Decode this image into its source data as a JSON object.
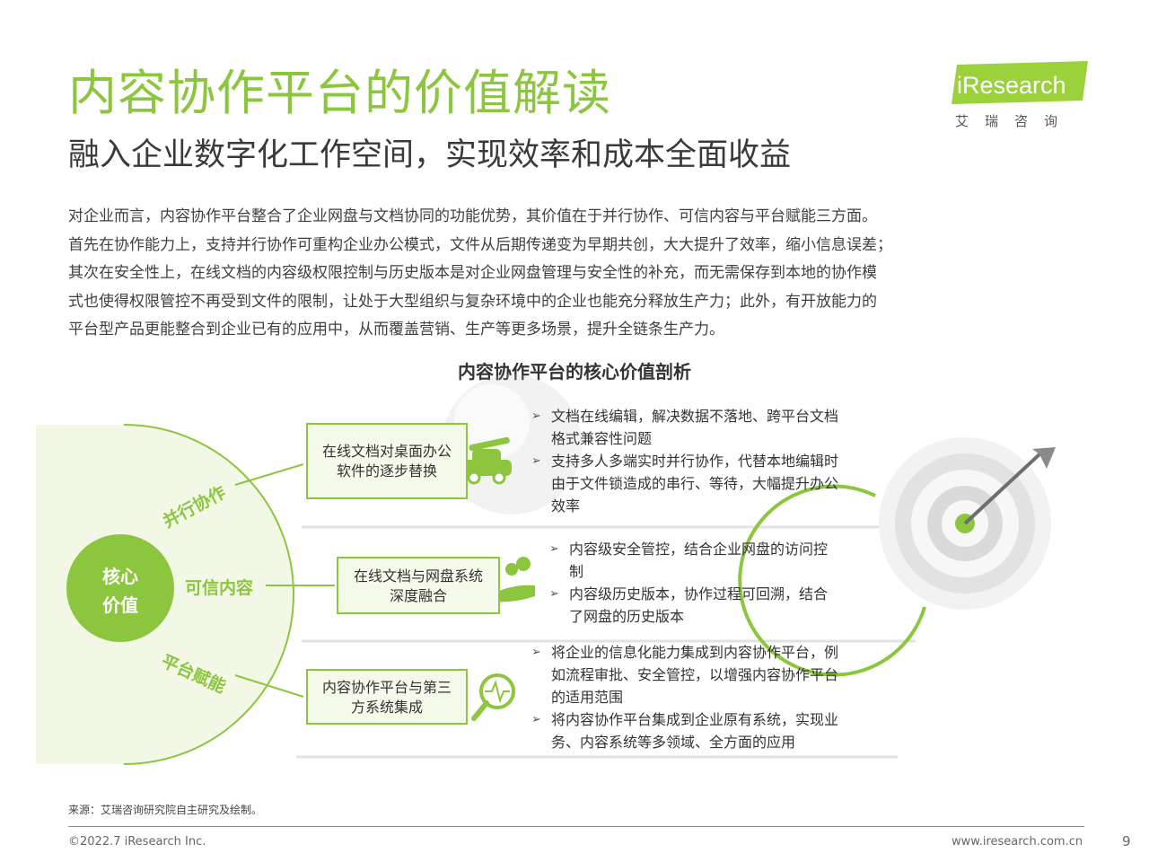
{
  "header": {
    "title": "内容协作平台的价值解读",
    "subtitle": "融入企业数字化工作空间，实现效率和成本全面收益",
    "logo_text": "iResearch",
    "logo_cn": "艾瑞咨询"
  },
  "intro": {
    "lines": [
      "对企业而言，内容协作平台整合了企业网盘与文档协同的功能优势，其价值在于并行协作、可信内容与平台赋能三方面。",
      "首先在协作能力上，支持并行协作可重构企业办公模式，文件从后期传递变为早期共创，大大提升了效率，缩小信息误差；",
      "其次在安全性上，在线文档的内容级权限控制与历史版本是对企业网盘管理与安全性的补充，而无需保存到本地的协作模",
      "式也使得权限管控不再受到文件的限制，让处于大型组织与复杂环境中的企业也能充分释放生产力；此外，有开放能力的",
      "平台型产品更能整合到企业已有的应用中，从而覆盖营销、生产等更多场景，提升全链条生产力。"
    ]
  },
  "diagram": {
    "title": "内容协作平台的核心价值剖析",
    "core_line1": "核心",
    "core_line2": "价值",
    "rows": [
      {
        "arc_label": "并行协作",
        "box_line1": "在线文档对桌面办公",
        "box_line2": "软件的逐步替换",
        "bullets": [
          [
            "文档在线编辑，解决数据不落地、跨平台文档",
            "格式兼容性问题"
          ],
          [
            "支持多人多端实时并行协作，代替本地编辑时",
            "由于文件锁造成的串行、等待，大幅提升办公",
            "效率"
          ]
        ]
      },
      {
        "arc_label": "可信内容",
        "box_line1": "在线文档与网盘系统",
        "box_line2": "深度融合",
        "bullets": [
          [
            "内容级安全管控，结合企业网盘的访问控",
            "制"
          ],
          [
            "内容级历史版本，协作过程可回溯，结合",
            "了网盘的历史版本"
          ]
        ]
      },
      {
        "arc_label": "平台赋能",
        "box_line1": "内容协作平台与第三",
        "box_line2": "方系统集成",
        "bullets": [
          [
            "将企业的信息化能力集成到内容协作平台，例",
            "如流程审批、安全管控，以增强内容协作平台",
            "的适用范围"
          ],
          [
            "将内容协作平台集成到企业原有系统，实现业",
            "务、内容系统等多领域、全方面的应用"
          ]
        ]
      }
    ]
  },
  "footer": {
    "source": "来源：艾瑞咨询研究院自主研究及绘制。",
    "copyright": "©2022.7 iResearch Inc.",
    "website": "www.iresearch.com.cn",
    "page": "9"
  },
  "colors": {
    "accent_green": "#8cc63f",
    "text_dark": "#404040",
    "box_fill": "#f5f9ea"
  },
  "icons": [
    "wrench-car-icon",
    "coin-hand-icon",
    "magnifier-pulse-icon",
    "target-arrow-icon",
    "globe-watermark-icon"
  ]
}
